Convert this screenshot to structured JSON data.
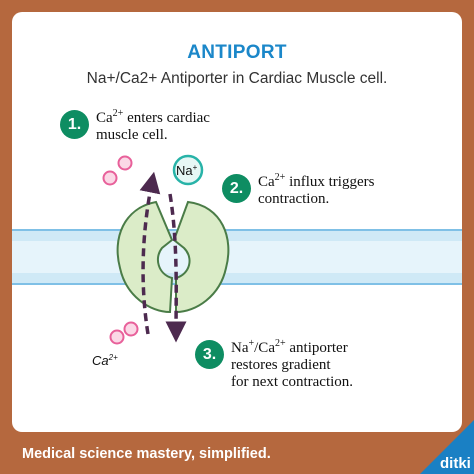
{
  "title": "ANTIPORT",
  "subtitle": "Na+/Ca2+ Antiporter in Cardiac Muscle cell.",
  "steps": [
    {
      "number": "1.",
      "pre": "Ca",
      "sup": "2+",
      "rest": " enters cardiac",
      "line2": "muscle cell."
    },
    {
      "number": "2.",
      "pre": "Ca",
      "sup": "2+",
      "rest": " influx triggers",
      "line2": "contraction."
    },
    {
      "number": "3.",
      "pre": "Na",
      "sup": "+",
      "mid": "/Ca",
      "sup2": "2+",
      "rest": " antiporter",
      "line2": "restores gradient",
      "line3": "for next contraction."
    }
  ],
  "ion_labels": {
    "sodium": "Na",
    "sodium_charge": "+",
    "calcium": "Ca",
    "calcium_charge": "2+"
  },
  "footer": "Medical science mastery, simplified.",
  "brand": "ditki",
  "colors": {
    "background": "#b5683e",
    "title": "#1b87c9",
    "step_badge": "#0e8d62",
    "protein": "#dbecc8",
    "arrow": "#4d2a4f",
    "calcium_ion": "#e8609a",
    "sodium_ion": "#28b3a8",
    "membrane": "#cfe9f6"
  }
}
